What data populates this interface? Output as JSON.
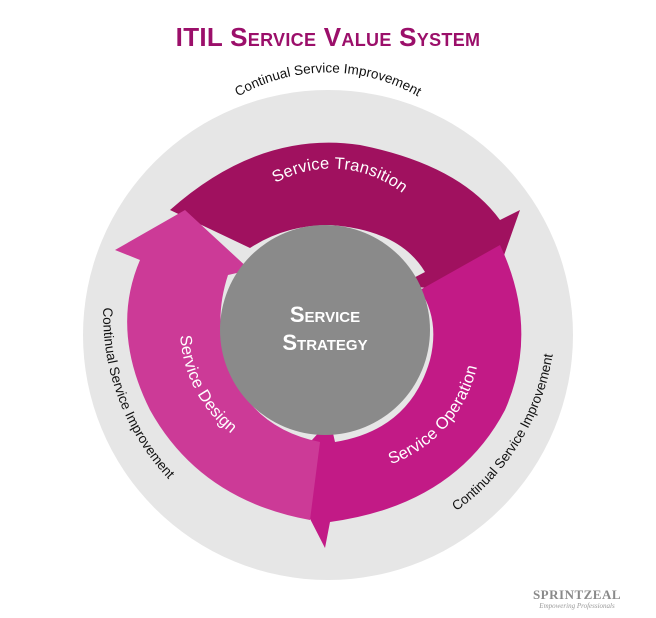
{
  "title": "ITIL Service Value System",
  "outer_ring": {
    "top_label": "Continual Service Improvement",
    "left_label": "Continual Service Improvement",
    "right_label": "Continual Service Improvement"
  },
  "arrows": {
    "transition": "Service Transition",
    "operation": "Service Operation",
    "design": "Service Design"
  },
  "core": {
    "line1": "Service",
    "line2": "Strategy"
  },
  "logo": {
    "name": "SPRINTZEAL",
    "tagline": "Empowering Professionals"
  },
  "colors": {
    "title": "#9b0f6a",
    "outer_ring": "#e6e6e6",
    "core": "#8a8a8a",
    "transition_arrow": "#a0115f",
    "operation_arrow": "#c21a86",
    "design_arrow": "#cc3a97"
  }
}
